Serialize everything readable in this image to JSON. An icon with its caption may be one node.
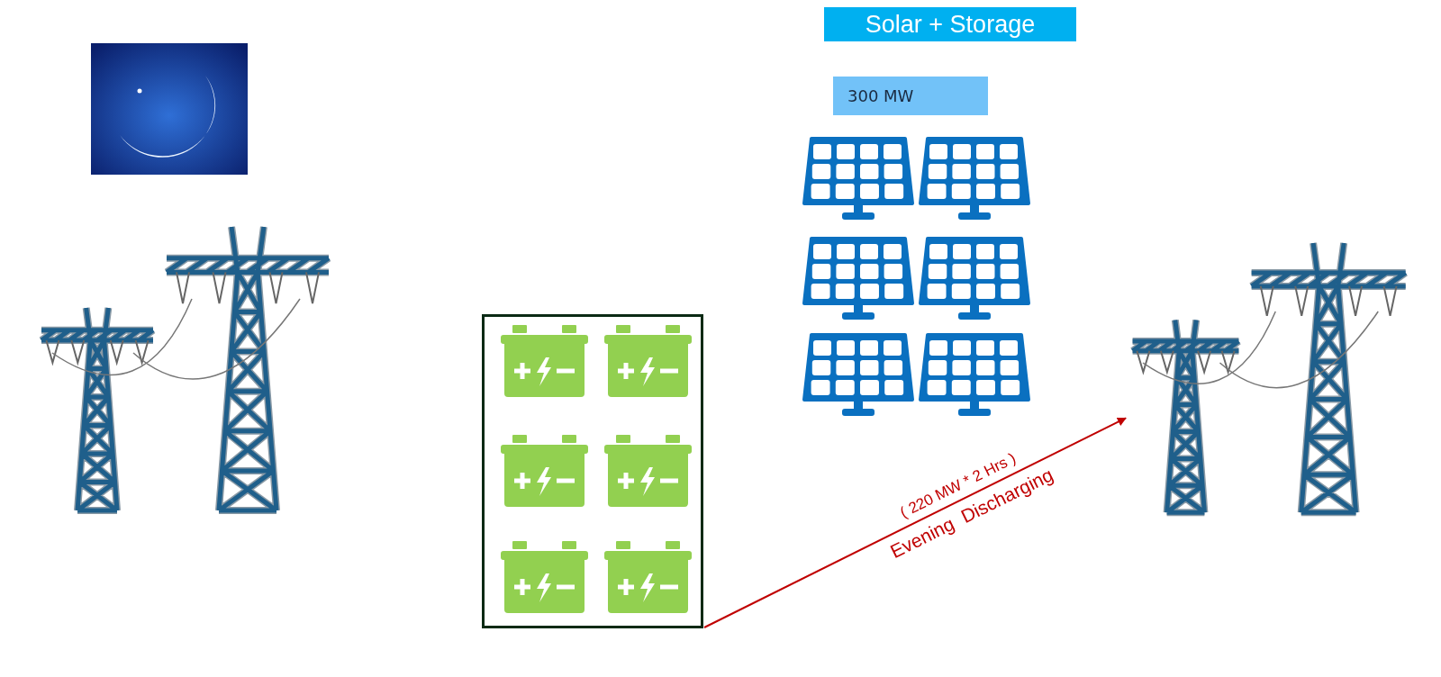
{
  "diagram": {
    "nodes": [
      {
        "text": [
          "Solar + Storage"
        ]
      },
      {
        "text": [
          "300 MW"
        ]
      },
      {
        "text": [],
        "shape": "box"
      },
      {
        "text": [],
        "shape": "picture"
      }
    ],
    "edges": [
      {
        "from": 2,
        "to": 3,
        "arrow": "to",
        "label": "Evening  Discharging",
        "color": "#c00000"
      }
    ],
    "labels": [
      "( 220 MW * 2 Hrs )"
    ]
  }
}
